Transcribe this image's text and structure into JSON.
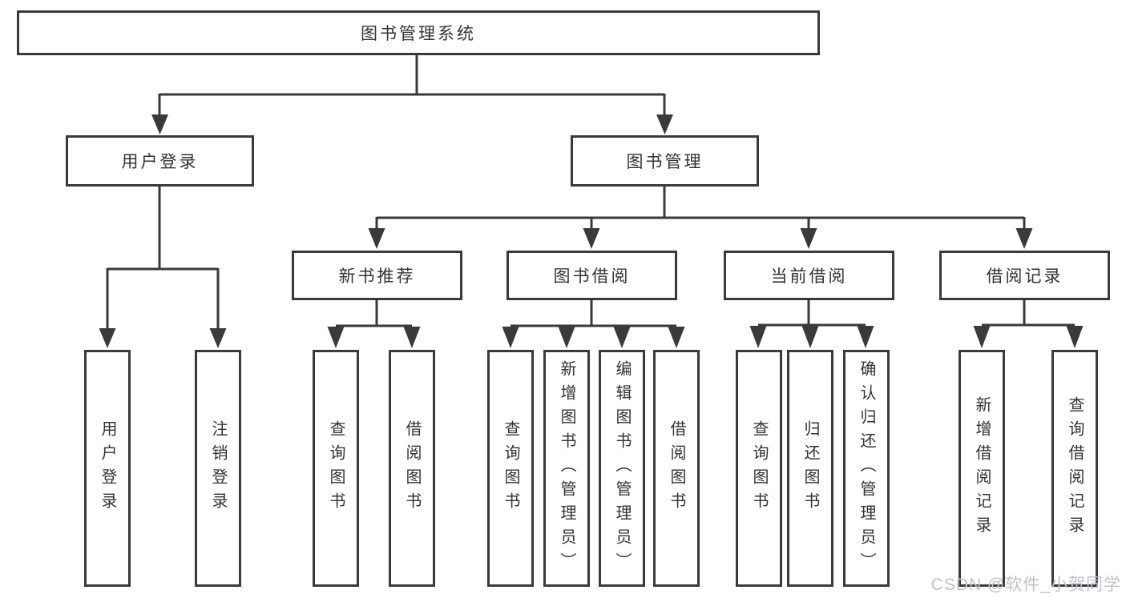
{
  "tree": {
    "root": {
      "label": "图书管理系统"
    },
    "children": [
      {
        "label": "用户登录",
        "children": [
          {
            "label": "用户登录"
          },
          {
            "label": "注销登录"
          }
        ]
      },
      {
        "label": "图书管理",
        "children": [
          {
            "label": "新书推荐",
            "children": [
              {
                "label": "查询图书"
              },
              {
                "label": "借阅图书"
              }
            ]
          },
          {
            "label": "图书借阅",
            "children": [
              {
                "label": "查询图书"
              },
              {
                "label": "新增图书（管理员）"
              },
              {
                "label": "编辑图书（管理员）"
              },
              {
                "label": "借阅图书"
              }
            ]
          },
          {
            "label": "当前借阅",
            "children": [
              {
                "label": "查询图书"
              },
              {
                "label": "归还图书"
              },
              {
                "label": "确认归还（管理员）"
              }
            ]
          },
          {
            "label": "借阅记录",
            "children": [
              {
                "label": "新增借阅记录"
              },
              {
                "label": "查询借阅记录"
              }
            ]
          }
        ]
      }
    ]
  },
  "watermark": {
    "text": "CSDN @软件_小贺同学"
  },
  "colors": {
    "line": "#3a3a3a",
    "text": "#333333",
    "box_background": "#ffffff",
    "watermark": "#bec2c8"
  }
}
